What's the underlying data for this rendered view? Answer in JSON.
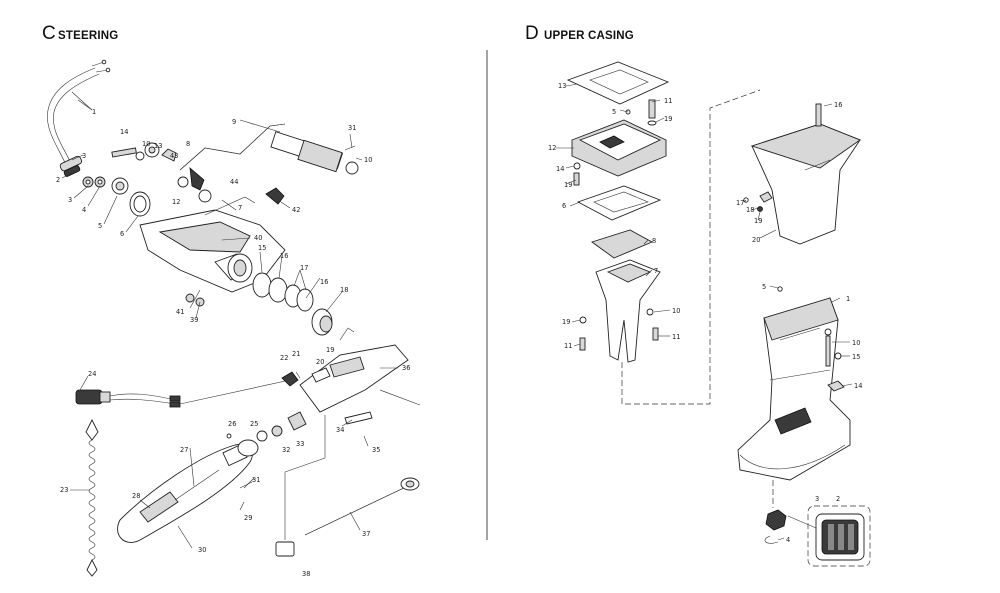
{
  "sections": [
    {
      "letter": "C",
      "title": "STEERING"
    },
    {
      "letter": "D",
      "title": "UPPER CASING"
    }
  ],
  "steering_callouts": [
    "1",
    "2",
    "3",
    "3",
    "4",
    "5",
    "6",
    "7",
    "8",
    "9",
    "10",
    "10",
    "12",
    "13",
    "14",
    "15",
    "16",
    "17",
    "18",
    "19",
    "20",
    "21",
    "22",
    "23",
    "24",
    "25",
    "26",
    "27",
    "28",
    "29",
    "30",
    "31",
    "31",
    "32",
    "33",
    "34",
    "35",
    "36",
    "37",
    "38",
    "39",
    "40",
    "41",
    "42",
    "43",
    "44"
  ],
  "upper_casing_callouts": [
    "1",
    "2",
    "3",
    "4",
    "5",
    "6",
    "7",
    "8",
    "10",
    "11",
    "11",
    "12",
    "13",
    "14",
    "14",
    "15",
    "16",
    "17",
    "18",
    "19",
    "19",
    "20",
    "3",
    "2"
  ]
}
